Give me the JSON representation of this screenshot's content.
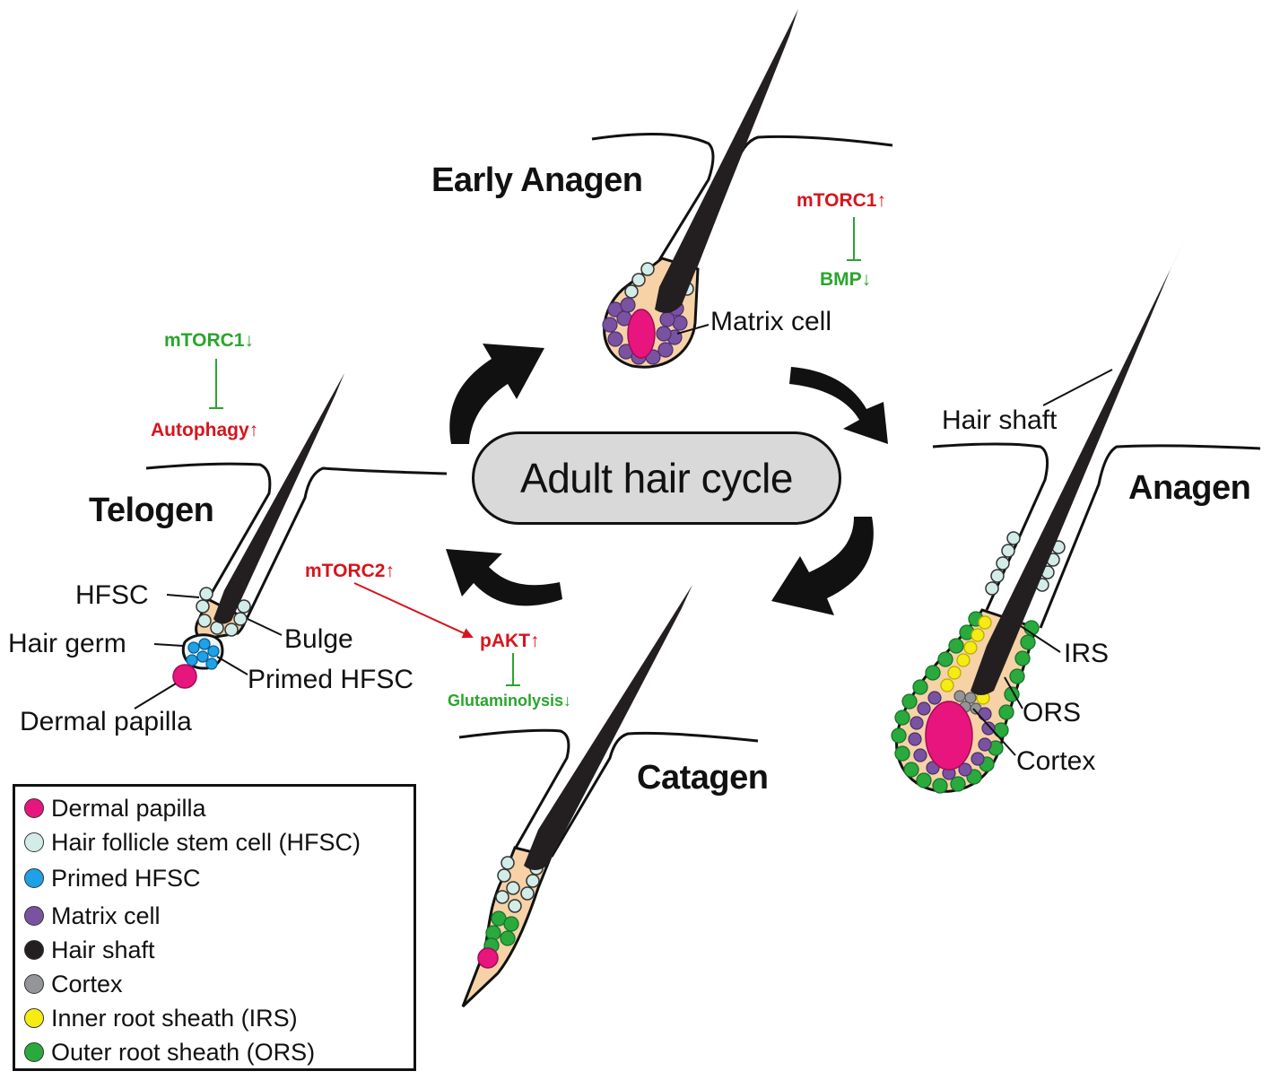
{
  "center_label": "Adult hair cycle",
  "stages": {
    "early_anagen": "Early Anagen",
    "anagen": "Anagen",
    "catagen": "Catagen",
    "telogen": "Telogen"
  },
  "parts": {
    "matrix_cell": "Matrix cell",
    "hair_shaft": "Hair shaft",
    "irs": "IRS",
    "ors": "ORS",
    "cortex": "Cortex",
    "hfsc": "HFSC",
    "hair_germ": "Hair germ",
    "bulge": "Bulge",
    "primed_hfsc": "Primed HFSC",
    "dermal_papilla": "Dermal papilla"
  },
  "signals": {
    "early_anagen_top": "mTORC1↑",
    "early_anagen_bottom": "BMP↓",
    "telogen_top": "mTORC1↓",
    "telogen_bottom": "Autophagy↑",
    "catagen_source": "mTORC2↑",
    "catagen_mid": "pAKT↑",
    "catagen_bottom": "Glutaminolysis↓"
  },
  "legend": [
    {
      "label": "Dermal papilla",
      "color": "#e8157f"
    },
    {
      "label": "Hair follicle stem cell (HFSC)",
      "color": "#d2ece8"
    },
    {
      "label": "Primed HFSC",
      "color": "#1ea1e6"
    },
    {
      "label": "Matrix cell",
      "color": "#7a52a2"
    },
    {
      "label": "Hair shaft",
      "color": "#231f20"
    },
    {
      "label": "Cortex",
      "color": "#939598"
    },
    {
      "label": "Inner root sheath (IRS)",
      "color": "#f6ec14"
    },
    {
      "label": "Outer root sheath (ORS)",
      "color": "#2aaa3d"
    }
  ],
  "colors": {
    "activation": "#d7141d",
    "inhibition": "#2aa52c",
    "skin_tone": "#f6d2a6"
  }
}
